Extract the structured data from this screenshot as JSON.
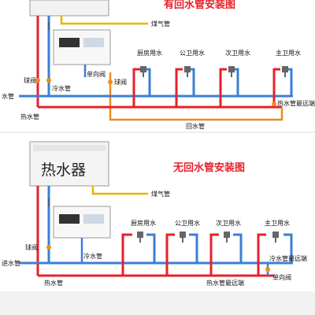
{
  "colors": {
    "hot": "#e8202a",
    "cold": "#3b7fd6",
    "return": "#f08a1c",
    "gas": "#e8b400"
  },
  "top": {
    "title": "有回水管安装图",
    "gas_pipe": "煤气管",
    "ball_valve_left": "球阀",
    "ball_valve_right": "球阀",
    "check_valve": "单向阀",
    "cold_water_pipe": "冷水管",
    "cold_water_in": "水管",
    "hot_water_pipe": "热水管",
    "return_pipe": "回水管",
    "far_end": "热水管最远端",
    "fixtures": [
      "厨房用水",
      "公卫用水",
      "次卫用水",
      "主卫用水"
    ]
  },
  "bottom": {
    "heater_label": "热水器",
    "title": "无回水管安装图",
    "gas_pipe": "煤气管",
    "ball_valve": "球阀",
    "cold_water_pipe": "冷水管",
    "cold_water_in": "进水管",
    "hot_water_pipe": "热水管",
    "far_end_hot": "热水管最远端",
    "far_end_cold": "冷水管最远端",
    "check_valve": "单向阀",
    "fixtures": [
      "厨房用水",
      "公卫用水",
      "次卫用水",
      "主卫用水"
    ]
  }
}
